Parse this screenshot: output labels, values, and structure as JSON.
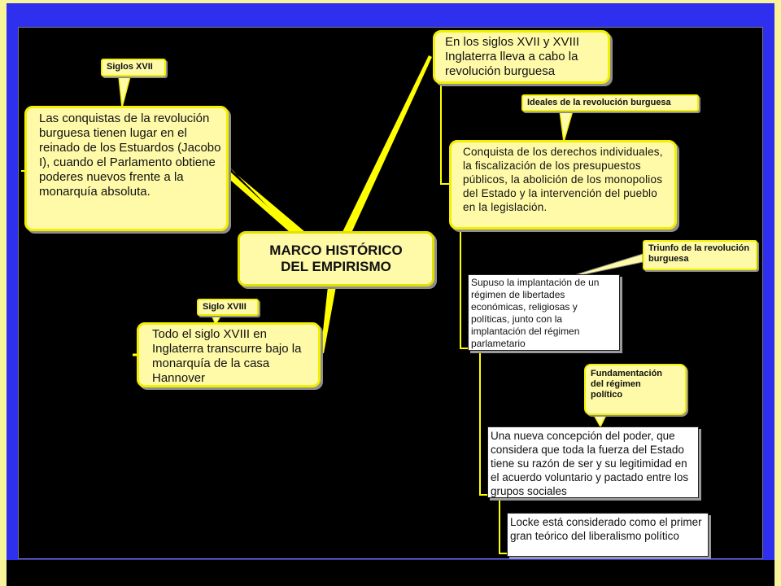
{
  "title": "MARCO HISTÓRICO DEL EMPIRISMO",
  "labels": {
    "siglos_xvii": "Siglos XVII",
    "siglo_xviii": "Siglo XVIII",
    "ideales": "Ideales de la revolución burguesa",
    "triunfo": "Triunfo de la revolución burguesa",
    "fundamentacion": "Fundamentación del régimen político"
  },
  "nodes": {
    "conquistas": "Las conquistas de la revolución burguesa tienen lugar en el reinado de los Estuardos (Jacobo I), cuando el Parlamento obtiene poderes nuevos frente a la monarquía absoluta.",
    "hannover": "Todo el siglo XVIII en Inglaterra transcurre bajo la monarquía de la casa Hannover",
    "inglaterra": "En los siglos XVII y XVIII Inglaterra lleva a cabo la revolución burguesa",
    "derechos": "Conquista de los derechos individuales, la fiscalización de los presupuestos públicos, la abolición de los monopolios del Estado y la intervención del pueblo en la legislación.",
    "libertades": "Supuso la implantación de un régimen de libertades económicas, religiosas y políticas, junto con la implantación del régimen parlametario",
    "poder": "Una nueva concepción del poder, que considera que toda la fuerza del Estado tiene su razón de ser y su legitimidad en el acuerdo voluntario y pactado entre los grupos sociales",
    "locke": "Locke está considerado como el primer gran teórico del liberalismo político"
  },
  "colors": {
    "frame": "#2f2ff0",
    "canvas": "#000000",
    "node_fill": "#fffaa8",
    "node_border": "#f2ef00",
    "connector": "#ffff00"
  }
}
